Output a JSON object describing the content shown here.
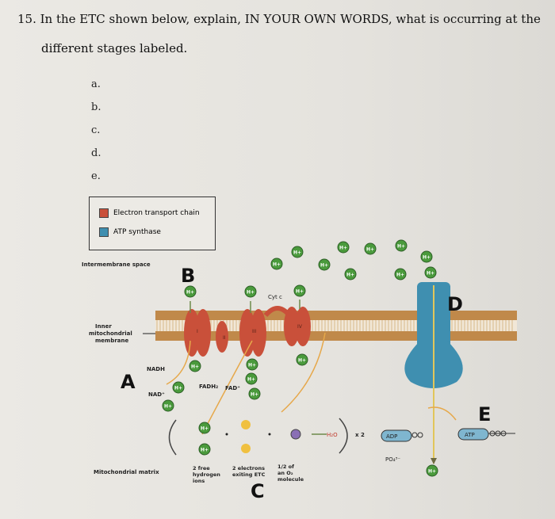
{
  "question": {
    "number_text": "15. In the ETC shown below, explain, IN YOUR OWN WORDS, what is occurring at the",
    "line2": "different stages labeled.",
    "parts": [
      "a.",
      "b.",
      "c.",
      "d.",
      "e."
    ]
  },
  "legend": {
    "items": [
      {
        "label": "Electron transport chain",
        "color": "#c9503a"
      },
      {
        "label": "ATP synthase",
        "color": "#3f8fb0"
      }
    ]
  },
  "diagram": {
    "intermembrane": "Intermembrane space",
    "inner_membrane": "Inner mitochondrial membrane",
    "inner_l1": "Inner",
    "inner_l2": "mitochondrial",
    "inner_l3": "membrane",
    "matrix": "Mitochondrial matrix",
    "cytc": "Cyt c",
    "letters": {
      "A": "A",
      "B": "B",
      "C": "C",
      "D": "D",
      "E": "E"
    },
    "nadh": "NADH",
    "nad": "NAD⁺",
    "fadh2": "FADH₂",
    "fad": "FAD⁺",
    "h": "H+",
    "h2o": "H₂O",
    "x2": "x 2",
    "adp": "ADP",
    "atp": "ATP",
    "po4": "PO₄³⁻",
    "free_h_1": "2 free",
    "free_h_2": "hydrogen",
    "free_h_3": "ions",
    "elec_1": "2 electrons",
    "elec_2": "exiting ETC",
    "half_1": "1/2 of",
    "half_2": "an O₂",
    "half_3": "molecule",
    "roman": [
      "I",
      "II",
      "III",
      "IV"
    ]
  },
  "colors": {
    "complex": "#c9503a",
    "synthase": "#3f8fb0",
    "proton": "#4a9a3c",
    "membrane": "#c0894a"
  }
}
